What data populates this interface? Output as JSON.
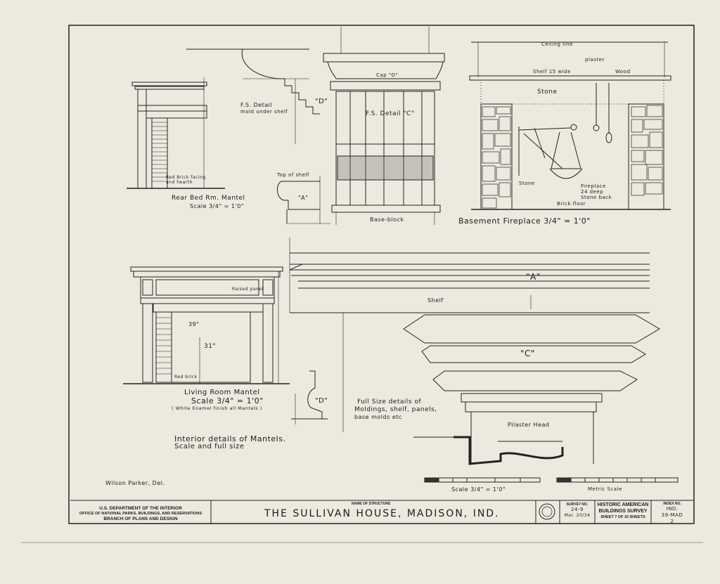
{
  "labels": {
    "ceiling_line": "Ceiling line",
    "plaster": "plaster",
    "shelf_wide": "Shelf 15 wide",
    "wood": "Wood",
    "stone_lintel": "Stone",
    "cap_d": "Cap \"D\"",
    "fs_detail_c": "F.S. Detail \"C\"",
    "fs_detail_mold": "F.S. Detail",
    "mold_under_shelf": "mold under shelf",
    "d_mark_top": "\"D\"",
    "top_of_shelf": "Top of shelf",
    "a_mark_small": "\"A\"",
    "base_block": "Base-block",
    "stone_left": "Stone",
    "fireplace_note1": "Fireplace",
    "fireplace_note2": "24 deep",
    "fireplace_note3": "Stone back",
    "brick_floor": "Brick floor",
    "red_brick_facing1": "Red Brick facing",
    "red_brick_facing2": "and hearth",
    "rear_bed_mantel": "Rear Bed Rm. Mantel",
    "rear_bed_scale": "Scale 3/4\" = 1'0\"",
    "basement_fireplace": "Basement Fireplace 3/4\" = 1'0\"",
    "a_mark_large": "\"A\"",
    "shelf": "Shelf",
    "c_mark_large": "\"C\"",
    "raised_panel": "Raised panel",
    "red_brick": "Red brick",
    "dim_39": "39\"",
    "dim_31": "31\"",
    "living_room_mantel": "Living Room Mantel",
    "living_room_scale": "Scale 3/4\" = 1'0\"",
    "white_enamel": "( White Enamel finish all Mantels )",
    "d_mark_bottom": "\"D\"",
    "full_size_1": "Full Size details of",
    "full_size_2": "Moldings, shelf, panels,",
    "full_size_3": "base molds etc",
    "pilaster_head": "Pilaster Head",
    "interior_details_1": "Interior details of Mantels.",
    "interior_details_2": "Scale and full size",
    "scale_bar": "Scale 3/4\" = 1'0\"",
    "metric_scale": "Metric Scale",
    "delineator": "Wilson Parker, Del."
  },
  "title_block": {
    "dept_1": "U.S. DEPARTMENT OF THE INTERIOR",
    "dept_2": "OFFICE OF NATIONAL PARKS, BUILDINGS, AND RESERVATIONS",
    "dept_3": "BRANCH OF PLANS AND DESIGN",
    "name_label": "NAME OF STRUCTURE",
    "structure_name": "THE SULLIVAN HOUSE, MADISON, IND.",
    "survey_label": "SURVEY NO.",
    "survey_no": "24-9",
    "survey_date": "Mar. 20/34",
    "habs_1": "HISTORIC AMERICAN",
    "habs_2": "BUILDINGS SURVEY",
    "sheet_text": "SHEET 7 OF 10 SHEETS",
    "index_label": "INDEX NO.",
    "index_1": "IND.",
    "index_2": "39-MAD",
    "index_3": "2"
  },
  "colors": {
    "paper": "#ede9df",
    "ink": "#1c1c1c"
  }
}
